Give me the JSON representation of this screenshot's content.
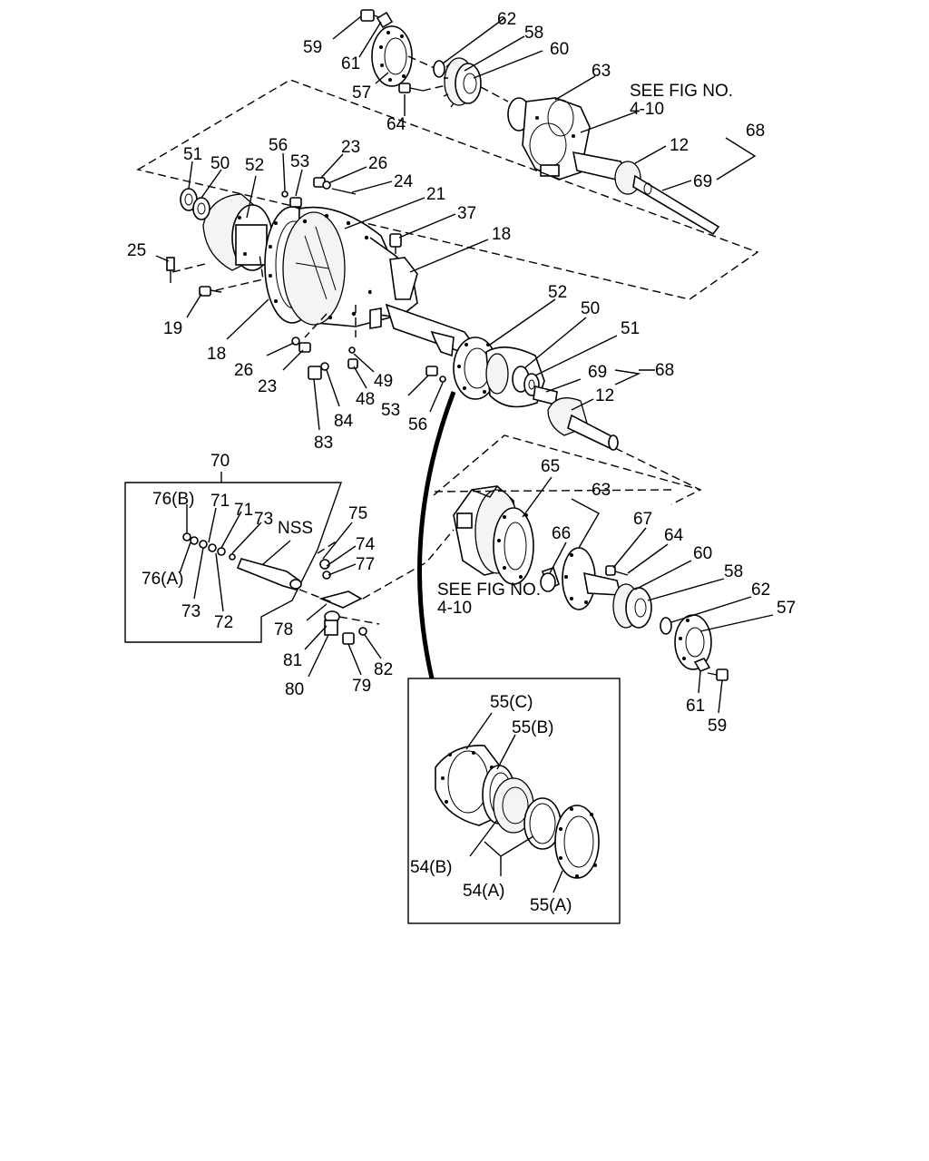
{
  "callouts": {
    "c59t": "59",
    "c61t": "61",
    "c57t": "57",
    "c62t": "62",
    "c58t": "58",
    "c60t": "60",
    "c63t": "63",
    "c64t": "64",
    "see1a": "SEE FIG NO.",
    "see1b": "4-10",
    "c68t": "68",
    "c12t": "12",
    "c69t": "69",
    "c51": "51",
    "c50": "50",
    "c52": "52",
    "c56": "56",
    "c53": "53",
    "c23": "23",
    "c26": "26",
    "c24": "24",
    "c21": "21",
    "c37": "37",
    "c18r": "18",
    "c25": "25",
    "c19": "19",
    "c18l": "18",
    "c26b": "26",
    "c23b": "23",
    "c49": "49",
    "c48": "48",
    "c84": "84",
    "c83": "83",
    "c53b": "53",
    "c56b": "56",
    "c52b": "52",
    "c50b": "50",
    "c51b": "51",
    "c69b": "69",
    "c68b": "68",
    "c12b": "12",
    "c70": "70",
    "c76b": "76(B)",
    "c71a": "71",
    "c71b": "71",
    "c73a": "73",
    "nss": "NSS",
    "c76a": "76(A)",
    "c73b": "73",
    "c72": "72",
    "c75": "75",
    "c74": "74",
    "c77": "77",
    "c78": "78",
    "c81": "81",
    "c80": "80",
    "c79": "79",
    "c82": "82",
    "c65": "65",
    "c63b": "63",
    "c66": "66",
    "c67": "67",
    "c64b": "64",
    "c60b": "60",
    "c58b": "58",
    "c62b": "62",
    "c57b": "57",
    "c61b": "61",
    "c59b": "59",
    "see2a": "SEE FIG NO.",
    "see2b": "4-10",
    "c55c": "55(C)",
    "c55b": "55(B)",
    "c54b": "54(B)",
    "c54a": "54(A)",
    "c55a": "55(A)"
  }
}
